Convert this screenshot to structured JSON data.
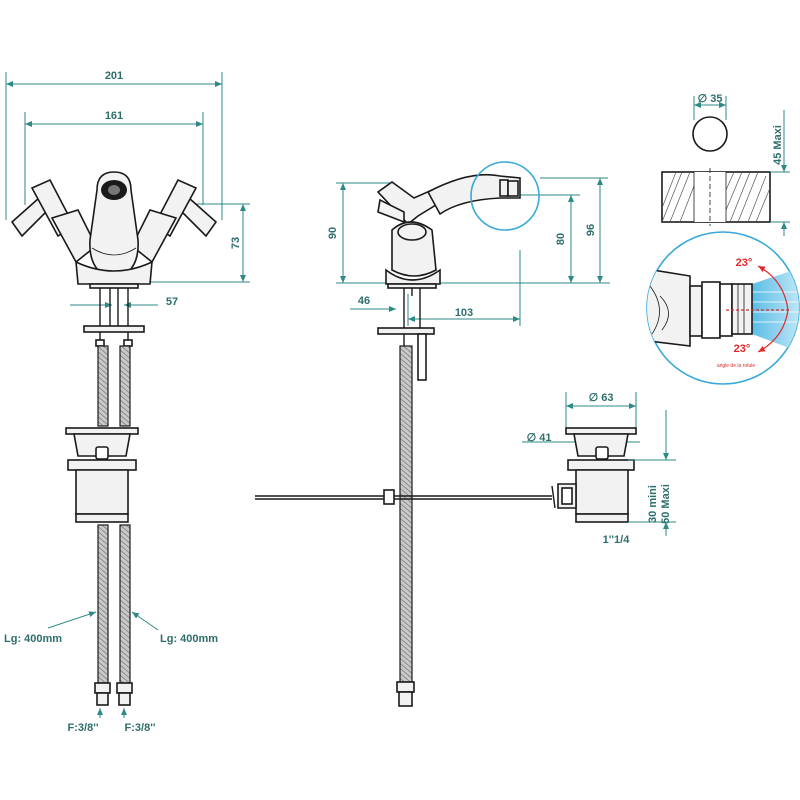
{
  "front_view": {
    "dim_overall_width": "201",
    "dim_handle_span": "161",
    "dim_height": "73",
    "dim_offset": "57",
    "hose_length_left": "Lg: 400mm",
    "hose_length_right": "Lg: 400mm",
    "thread_left": "F:3/8''",
    "thread_right": "F:3/8''"
  },
  "side_view": {
    "dim_height_left": "90",
    "dim_spout_height": "80",
    "dim_total_height": "96",
    "dim_base": "46",
    "dim_reach": "103"
  },
  "mounting_hole": {
    "dim_diameter": "∅ 35",
    "dim_max_thickness": "45 Maxi"
  },
  "aerator_detail": {
    "angle_top": "23°",
    "angle_bottom": "23°",
    "caption": "angle de la rotule"
  },
  "waste": {
    "dim_outer": "∅ 63",
    "dim_inner": "∅ 41",
    "dim_min": "30 mini",
    "dim_max": "50 Maxi",
    "thread": "1''1/4"
  },
  "colors": {
    "dimension": "#2e8a86",
    "angle": "#e0282b",
    "spray": "#39a9d8"
  }
}
